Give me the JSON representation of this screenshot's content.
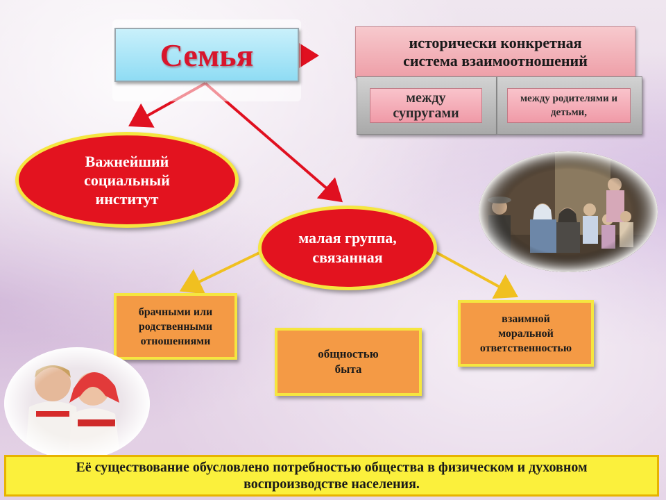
{
  "title": "Семья",
  "definition": {
    "line1": "исторически конкретная",
    "line2": "система  взаимоотношений"
  },
  "relations": {
    "spouses_line1": "между",
    "spouses_line2": "супругами",
    "parents_line1": "между родителями и",
    "parents_line2": "детьми,"
  },
  "institution": {
    "line1": "Важнейший",
    "line2": "социальный",
    "line3": "институт"
  },
  "small_group": {
    "line1": "малая группа,",
    "line2": "связанная"
  },
  "bonds": {
    "marriage_line1": "брачными или",
    "marriage_line2": "родственными",
    "marriage_line3": "отношениями",
    "household_line1": "общностью",
    "household_line2": "быта",
    "moral_line1": "взаимной",
    "moral_line2": "моральной",
    "moral_line3": "ответственностью"
  },
  "footer": {
    "line1": "Её существование обусловлено потребностью общества в физическом  и духовном",
    "line2": "воспроизводстве населения."
  },
  "colors": {
    "title_red": "#d8152c",
    "ellipse_red": "#e3131f",
    "ellipse_border": "#f5e640",
    "box_orange": "#f49a45",
    "arrow_red": "#e01020",
    "arrow_yellow": "#f0c020",
    "footer_yellow": "#fbf03c"
  }
}
